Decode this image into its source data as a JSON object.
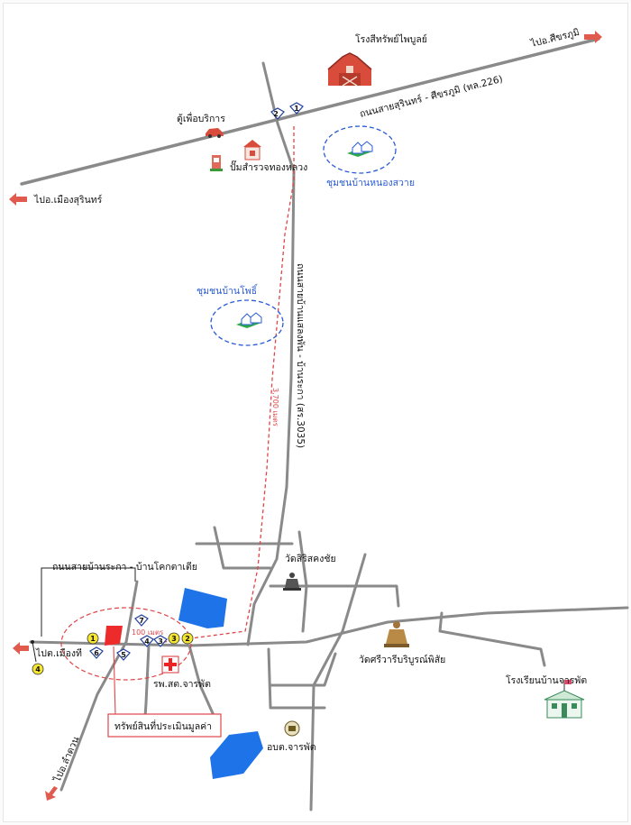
{
  "labels": {
    "to_sikhoraphum": "ไปอ.ศีขรภูมิ",
    "to_surin": "ไปอ.เมืองสุรินทร์",
    "to_mueangthi": "ไปต.เมืองที",
    "to_lamduan": "ไปอ.ลำดวน",
    "warehouse": "โรงสีทรัพย์ไพบูลย์",
    "police_box": "ตู้เพื่อบริการ",
    "gas_station": "ปั๊มสำรวจทองหลวง",
    "highway": "ถนนสายสุรินทร์ - ศีขรภูมิ (ทล.226)",
    "community_nongsai": "ชุมชนบ้านหนองสวาย",
    "community_pho": "ชุมชนบ้านโพธิ์",
    "main_road_vertical": "ถนนสายบ้านแสลงพัน - บ้านระกา (สร.3035)",
    "distance_3700": "3,700 เมตร",
    "road_raka": "ถนนสายบ้านระกา - บ้านโคกตาเตีย",
    "temple_sirisak": "วัดสิริสคงชัย",
    "temple_sriwaree": "วัดศรีวารีบริบูรณ์พิสัย",
    "school": "โรงเรียนบ้านจารพัต",
    "hospital": "รพ.สต.จารพัต",
    "tambon_office": "อบต.จารพัต",
    "property": "ทรัพย์สินที่ประเมินมูลค่า",
    "distance_100": "100 เมตร"
  },
  "markers": {
    "m1": "1",
    "m2": "2",
    "m3": "3",
    "m4": "4",
    "m5": "5",
    "m6": "6",
    "m7": "7",
    "y1": "1",
    "y2": "2",
    "y3": "3",
    "y4": "4"
  },
  "colors": {
    "road": "#8a8a8a",
    "water": "#1e73e8",
    "property_fill": "#ee2b2b",
    "dashed_red": "#e0454a",
    "arrow_red": "#e05a4e",
    "community_blue": "#2a5bd7",
    "marker_yellow": "#f5e632",
    "marker_blue": "#1f3f9a"
  },
  "icons": [
    "barn-icon",
    "car-icon",
    "gas-station-icon",
    "house-icon",
    "village-icon",
    "temple-icon",
    "buddha-icon",
    "school-icon",
    "hospital-cross-icon",
    "office-icon",
    "road-sign-icon",
    "arrow-icon"
  ]
}
